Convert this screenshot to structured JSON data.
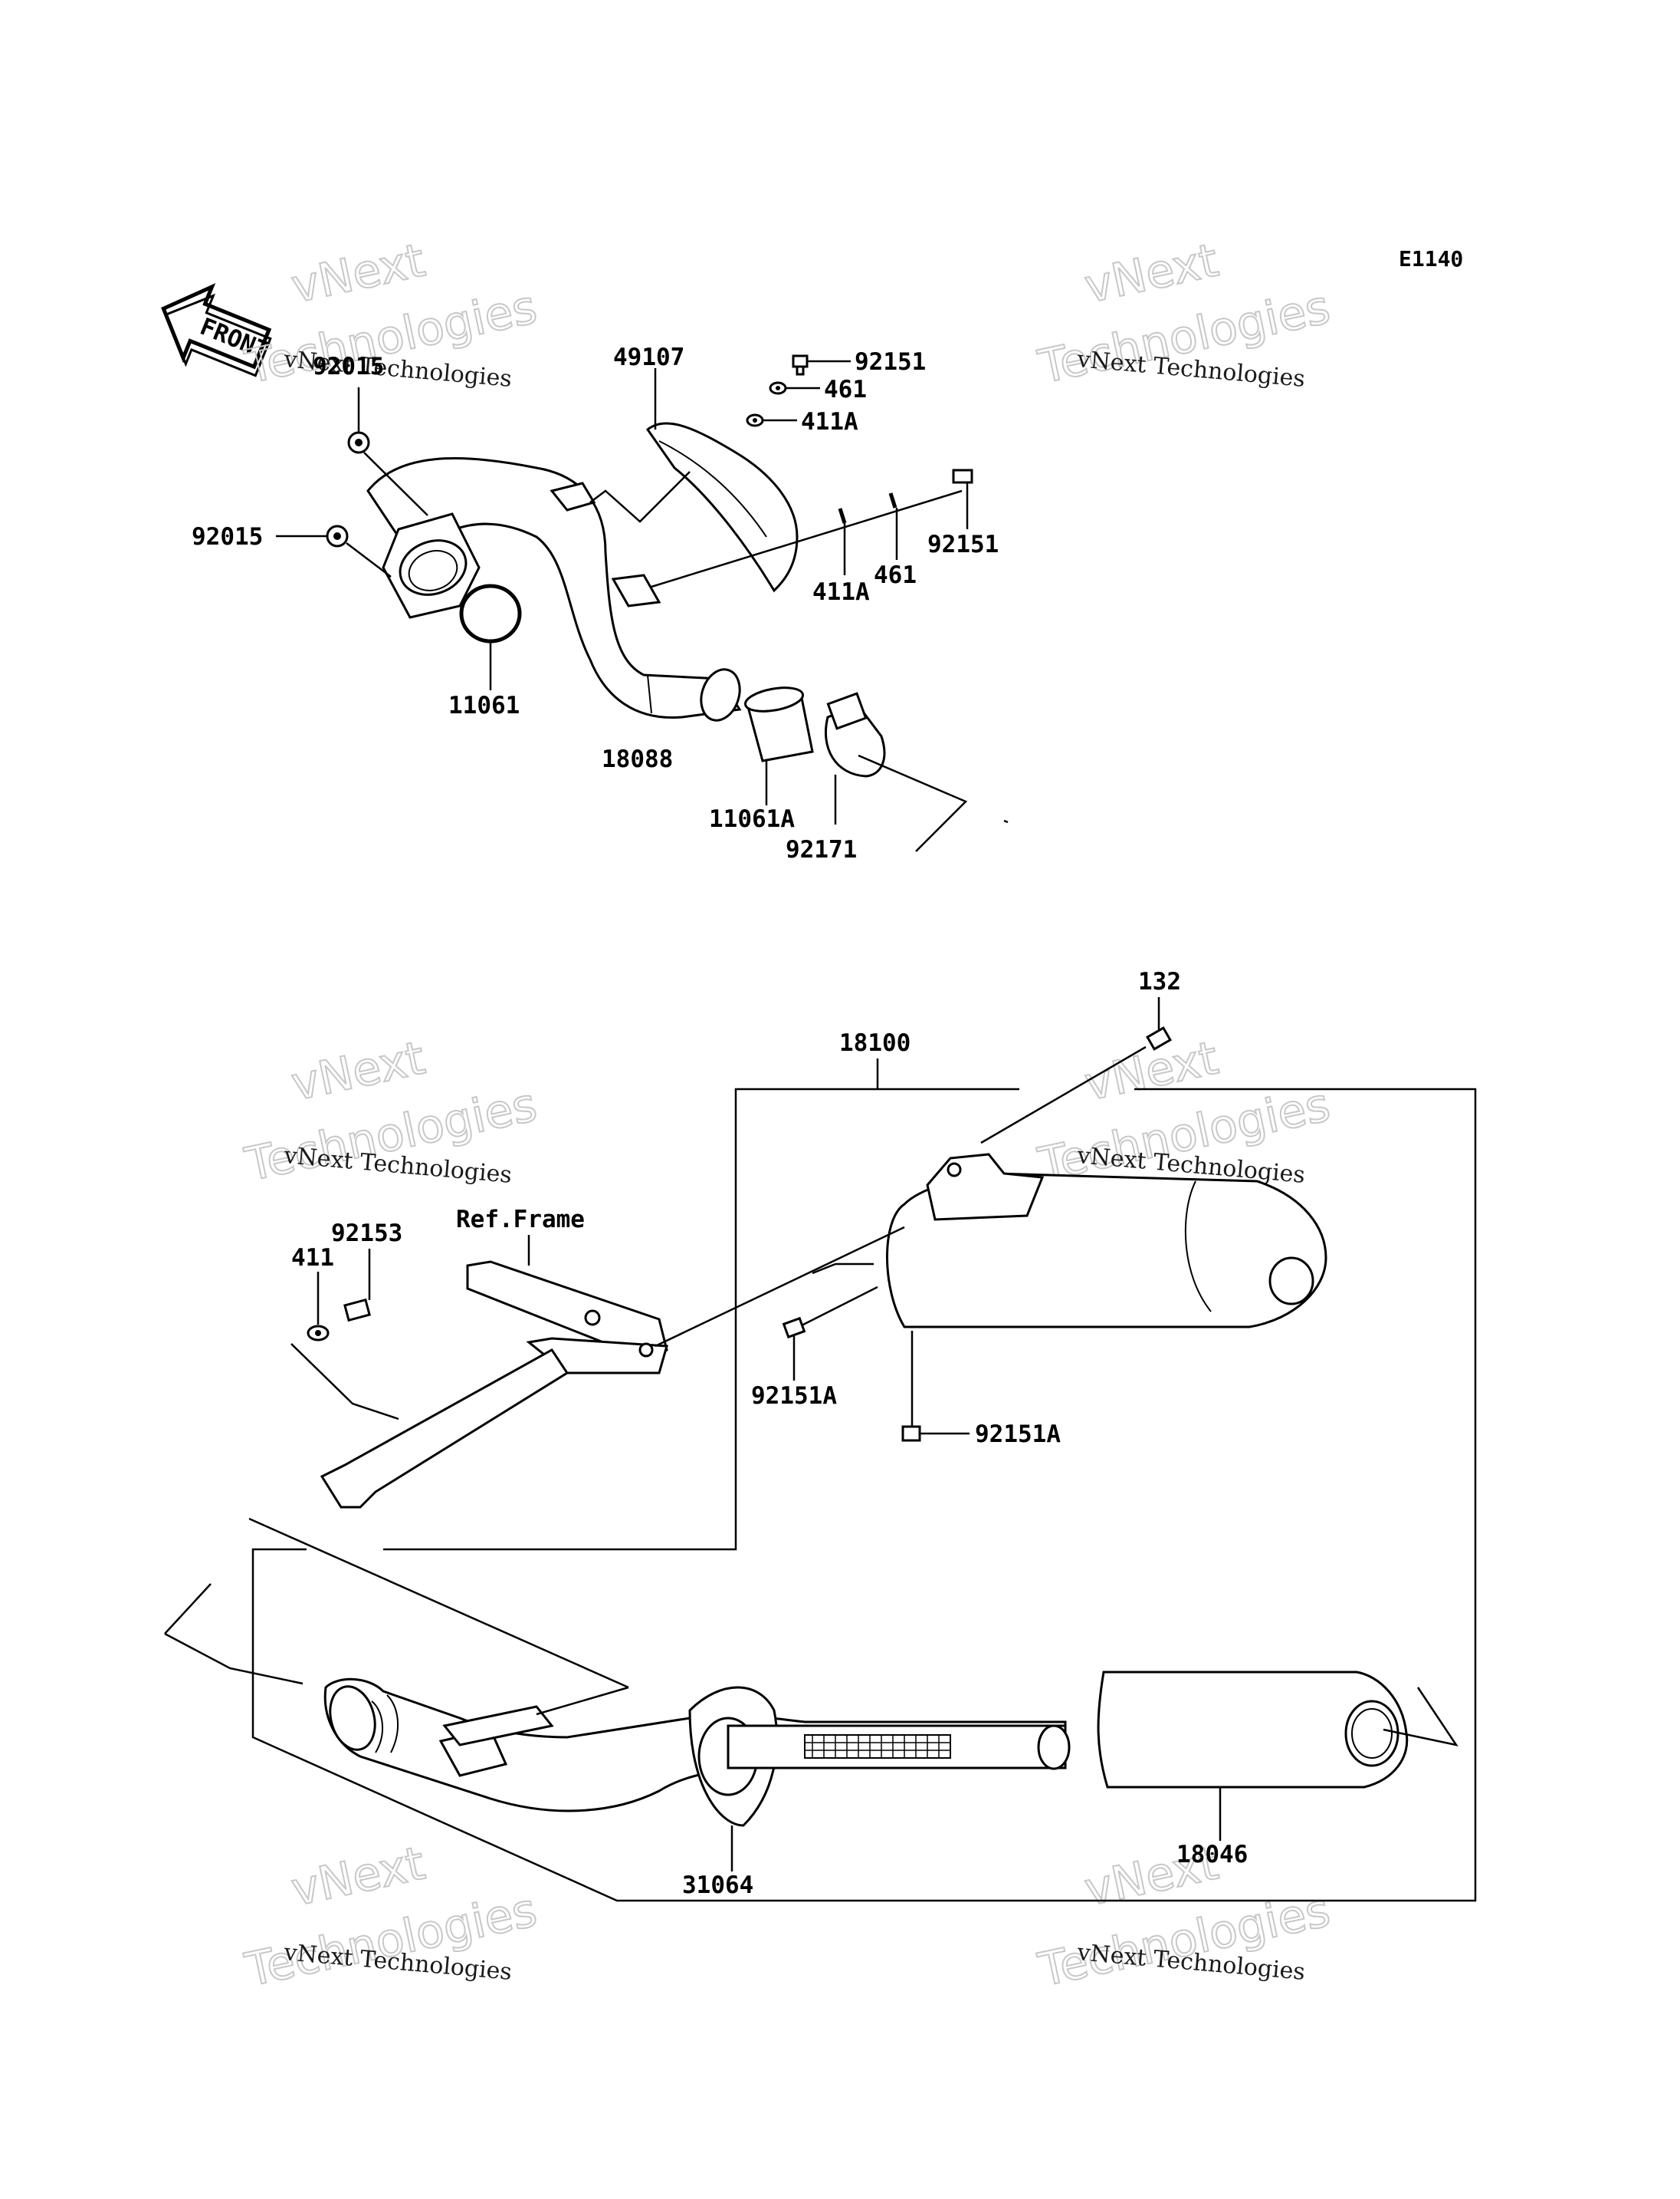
{
  "diagram_code": "E1140",
  "front_label": "FRONT",
  "ref_label": "Ref.Frame",
  "watermark_line1": "vNext Technologies",
  "watermark_line2": "vNext",
  "watermark_line3": "Technologies",
  "parts": {
    "p92015_top": "92015",
    "p92015_left": "92015",
    "p49107": "49107",
    "p92151_top": "92151",
    "p461_top": "461",
    "p411A_top": "411A",
    "p92151_right": "92151",
    "p461_low": "461",
    "p411A_low": "411A",
    "p11061": "11061",
    "p18088": "18088",
    "p11061A": "11061A",
    "p92171": "92171",
    "p132": "132",
    "p18100": "18100",
    "p92153": "92153",
    "p411": "411",
    "p92151A_left": "92151A",
    "p92151A_low": "92151A",
    "p31064": "31064",
    "p18046": "18046"
  }
}
